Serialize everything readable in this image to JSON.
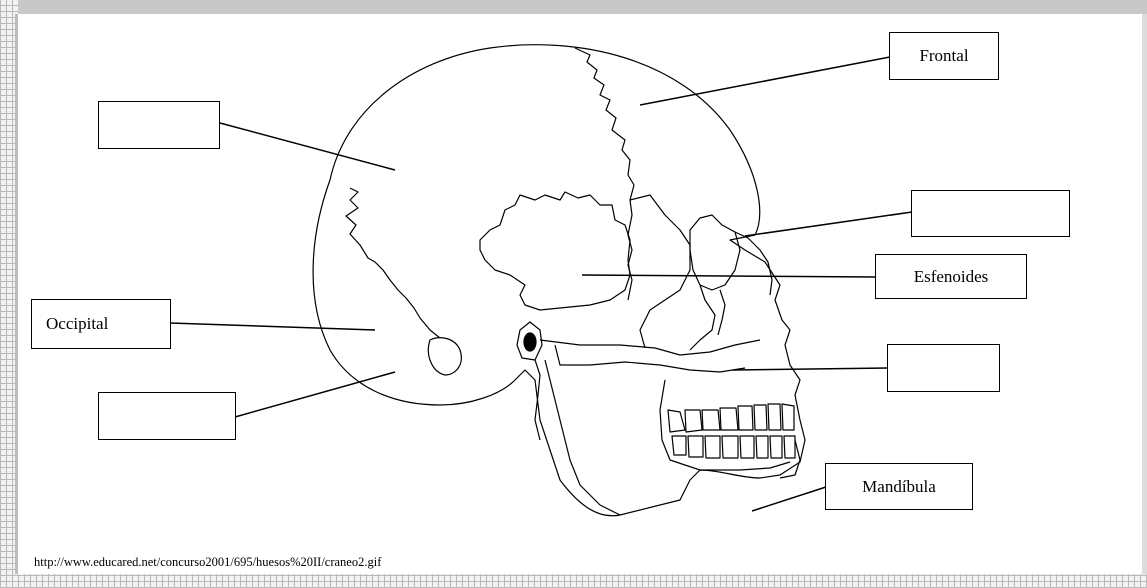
{
  "labels": {
    "top_left": "",
    "frontal": "Frontal",
    "right_upper": "",
    "esfenoides": "Esfenoides",
    "occipital": "Occipital",
    "right_middle": "",
    "lower_left": "",
    "mandibula": "Mandíbula"
  },
  "source_url": "http://www.educared.net/concurso2001/695/huesos%20II/craneo2.gif"
}
